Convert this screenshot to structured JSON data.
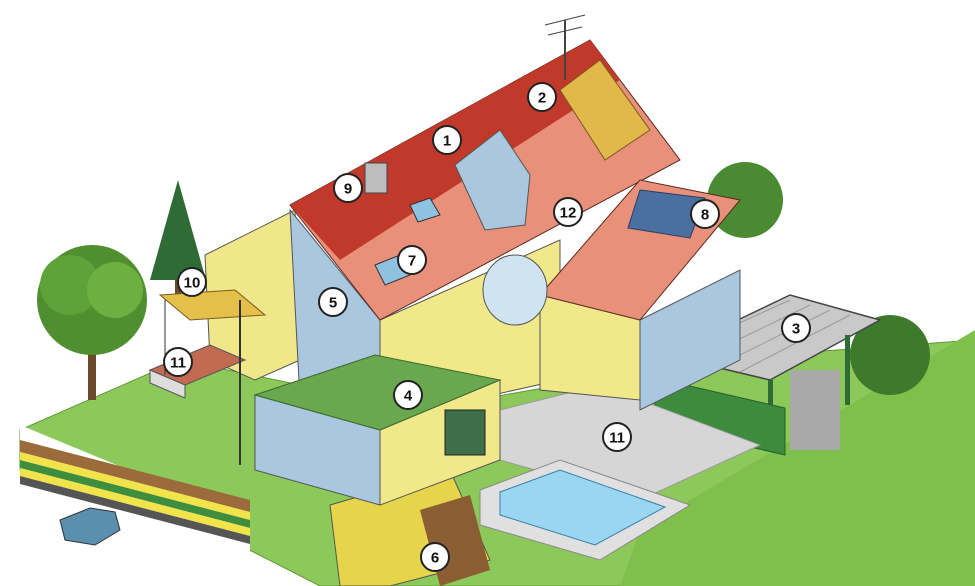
{
  "callouts": [
    {
      "id": "c1",
      "label": "1"
    },
    {
      "id": "c2",
      "label": "2"
    },
    {
      "id": "c3",
      "label": "3"
    },
    {
      "id": "c4",
      "label": "4"
    },
    {
      "id": "c5",
      "label": "5"
    },
    {
      "id": "c6",
      "label": "6"
    },
    {
      "id": "c7",
      "label": "7"
    },
    {
      "id": "c8",
      "label": "8"
    },
    {
      "id": "c9",
      "label": "9"
    },
    {
      "id": "c10",
      "label": "10"
    },
    {
      "id": "c11a",
      "label": "11"
    },
    {
      "id": "c11b",
      "label": "11"
    },
    {
      "id": "c12",
      "label": "12"
    }
  ],
  "colors": {
    "roof": "#c0392b",
    "roof_light": "#e8907a",
    "wall_yellow": "#f1e88a",
    "wall_blue": "#a9c7de",
    "grass": "#7cbf4a",
    "paving": "#d8d8d8",
    "pool": "#8fd0ef",
    "pergola": "#d8d8d8"
  }
}
